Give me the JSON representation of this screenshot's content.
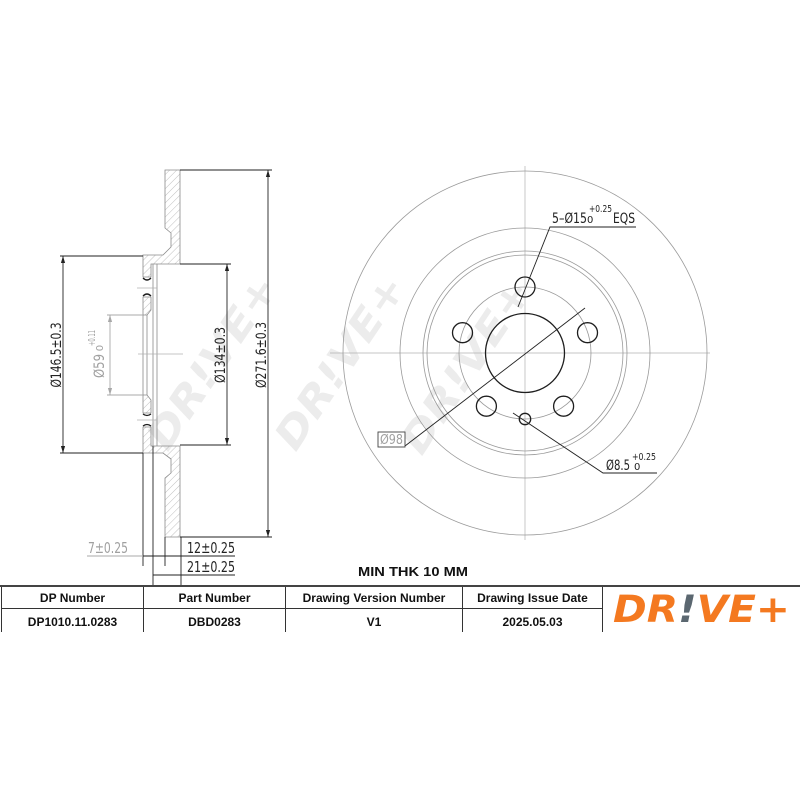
{
  "drawing": {
    "watermark": "DR!VE+",
    "section_view": {
      "outer_diameter": "Ø271.6±0.3",
      "hat_inner_diameter": "Ø134±0.3",
      "hat_outer_diameter": "Ø146.5±0.3",
      "center_bore": {
        "main": "Ø59",
        "upper_tol": "+0.11",
        "lower_tol": "0"
      },
      "hat_thickness": "7±0.25",
      "disc_thickness": "12±0.25",
      "total_height": "21±0.25"
    },
    "face_view": {
      "bolt_holes": {
        "main": "5–Ø15",
        "upper_tol": "+0.25",
        "lower_tol": "0",
        "suffix": "EQS"
      },
      "pcd": "Ø98",
      "locating_hole": {
        "main": "Ø8.5",
        "upper_tol": "+0.25",
        "lower_tol": "0"
      }
    },
    "note": "MIN THK 10 MM"
  },
  "title_block": {
    "headers": [
      "DP Number",
      "Part Number",
      "Drawing Version Number",
      "Drawing Issue Date"
    ],
    "values": [
      "DP1010.11.0283",
      "DBD0283",
      "V1",
      "2025.05.03"
    ]
  },
  "logo": {
    "part1": "DR",
    "mark": "!",
    "part2": "VE+",
    "colors": {
      "primary": "#F47920",
      "mark": "#5B6770"
    }
  }
}
